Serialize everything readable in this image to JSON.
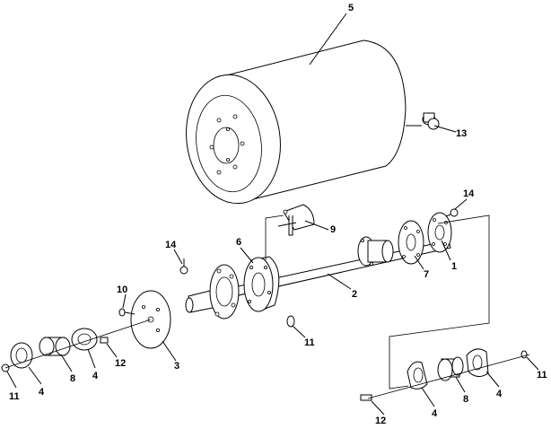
{
  "callouts": {
    "c1": "1",
    "c2": "2",
    "c3": "3",
    "c4a": "4",
    "c4b": "4",
    "c4c": "4",
    "c4d": "4",
    "c5": "5",
    "c6": "6",
    "c7": "7",
    "c8a": "8",
    "c8b": "8",
    "c9": "9",
    "c10": "10",
    "c11a": "11",
    "c11b": "11",
    "c11c": "11",
    "c12a": "12",
    "c12b": "12",
    "c13": "13",
    "c14a": "14",
    "c14b": "14"
  }
}
